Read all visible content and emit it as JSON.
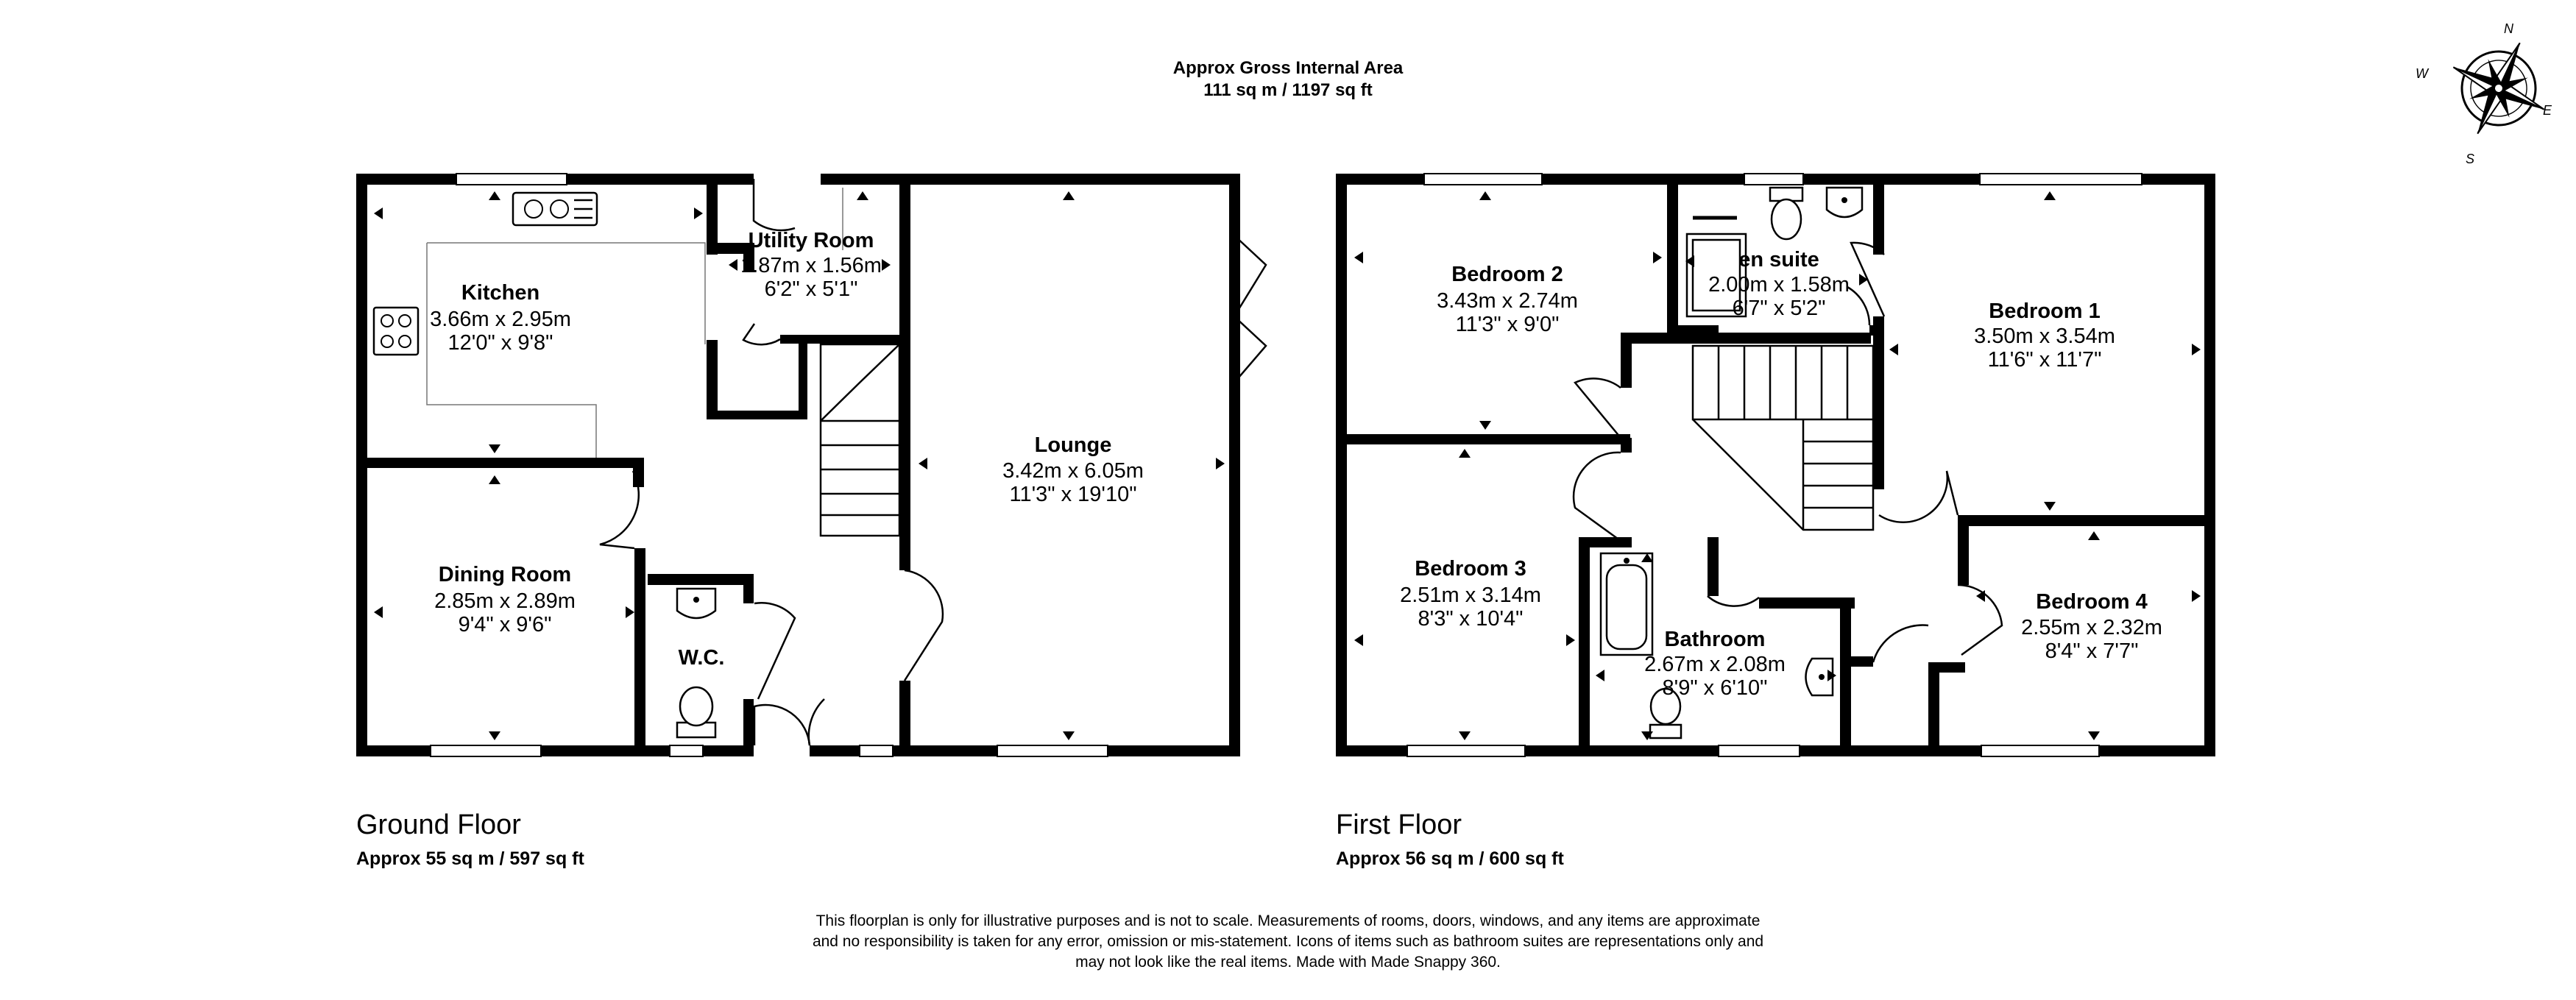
{
  "header": {
    "line1": "Approx Gross Internal Area",
    "line2": "111 sq m / 1197 sq ft"
  },
  "compass": {
    "n": "N",
    "e": "E",
    "s": "S",
    "w": "W",
    "icon": "compass-rose-icon"
  },
  "ground_floor": {
    "title": "Ground Floor",
    "area": "Approx 55 sq m / 597 sq ft",
    "rooms": {
      "kitchen": {
        "name": "Kitchen",
        "metric": "3.66m x 2.95m",
        "imperial": "12'0\" x 9'8\""
      },
      "utility": {
        "name": "Utility Room",
        "metric": "1.87m x 1.56m",
        "imperial": "6'2\" x 5'1\""
      },
      "lounge": {
        "name": "Lounge",
        "metric": "3.42m x 6.05m",
        "imperial": "11'3\" x 19'10\""
      },
      "dining": {
        "name": "Dining Room",
        "metric": "2.85m x 2.89m",
        "imperial": "9'4\" x 9'6\""
      },
      "wc": {
        "name": "W.C."
      }
    }
  },
  "first_floor": {
    "title": "First Floor",
    "area": "Approx 56 sq m / 600 sq ft",
    "rooms": {
      "bedroom2": {
        "name": "Bedroom 2",
        "metric": "3.43m x 2.74m",
        "imperial": "11'3\" x 9'0\""
      },
      "ensuite": {
        "name": "en suite",
        "metric": "2.00m x 1.58m",
        "imperial": "6'7\" x 5'2\""
      },
      "bedroom1": {
        "name": "Bedroom 1",
        "metric": "3.50m x 3.54m",
        "imperial": "11'6\" x 11'7\""
      },
      "bedroom3": {
        "name": "Bedroom 3",
        "metric": "2.51m x 3.14m",
        "imperial": "8'3\" x 10'4\""
      },
      "bathroom": {
        "name": "Bathroom",
        "metric": "2.67m x 2.08m",
        "imperial": "8'9\" x 6'10\""
      },
      "bedroom4": {
        "name": "Bedroom 4",
        "metric": "2.55m x 2.32m",
        "imperial": "8'4\" x 7'7\""
      }
    }
  },
  "disclaimer": [
    "This floorplan is only for illustrative purposes and is not to scale. Measurements of rooms, doors, windows, and any items are approximate",
    "and no responsibility is taken for any error, omission or mis-statement. Icons of items such as bathroom suites are representations only and",
    "may not look like the real items. Made with Made Snappy 360."
  ]
}
